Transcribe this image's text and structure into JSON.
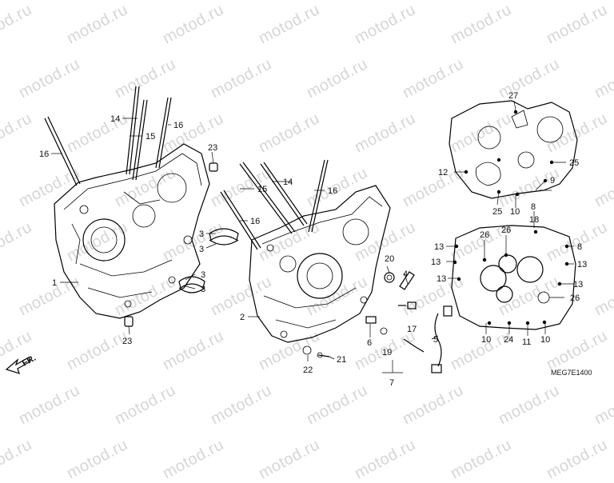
{
  "diagram": {
    "watermark": "motod.ru",
    "code": "MEG7E1400",
    "direction_label": "FR.",
    "callouts": {
      "c1": "1",
      "c2": "2",
      "c3a": "3",
      "c3b": "3",
      "c3c": "3",
      "c3d": "3",
      "c4": "4",
      "c5": "5",
      "c6": "6",
      "c7": "7",
      "c8a": "8",
      "c8b": "8",
      "c9": "9",
      "c10a": "10",
      "c10b": "10",
      "c10c": "10",
      "c11": "11",
      "c12": "12",
      "c13a": "13",
      "c13b": "13",
      "c13c": "13",
      "c13d": "13",
      "c13e": "13",
      "c14a": "14",
      "c14b": "14",
      "c15a": "15",
      "c15b": "15",
      "c16a": "16",
      "c16b": "16",
      "c16c": "16",
      "c16d": "16",
      "c17": "17",
      "c18": "18",
      "c19": "19",
      "c20": "20",
      "c21": "21",
      "c22": "22",
      "c23a": "23",
      "c23b": "23",
      "c24": "24",
      "c25a": "25",
      "c25b": "25",
      "c26a": "26",
      "c26b": "26",
      "c26c": "26",
      "c27": "27"
    }
  }
}
